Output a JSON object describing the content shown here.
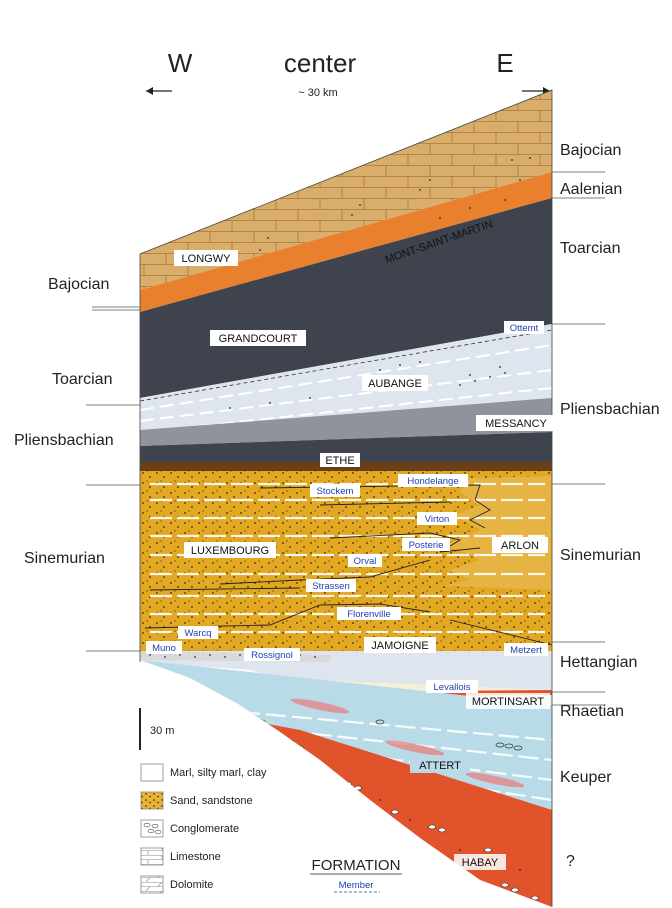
{
  "header": {
    "west": "W",
    "center": "center",
    "east": "E",
    "distance": "~ 30 km"
  },
  "stages_left": [
    "Bajocian",
    "Toarcian",
    "Pliensbachian",
    "Sinemurian"
  ],
  "stages_right": [
    "Bajocian",
    "Aalenian",
    "Toarcian",
    "Pliensbachian",
    "Sinemurian",
    "Hettangian",
    "Rhaetian",
    "Keuper",
    "?"
  ],
  "formations": [
    "LONGWY",
    "MONT-SAINT-MARTIN",
    "GRANDCOURT",
    "AUBANGE",
    "MESSANCY",
    "ETHE",
    "LUXEMBOURG",
    "ARLON",
    "JAMOIGNE",
    "MORTINSART",
    "ATTERT",
    "HABAY"
  ],
  "members": [
    "Ottemt",
    "Hondelange",
    "Stockem",
    "Virton",
    "Posterie",
    "Orval",
    "Strassen",
    "Florenville",
    "Warcq",
    "Metzert",
    "Muno",
    "Rossignol",
    "Levallois"
  ],
  "scale": "30 m",
  "legend": [
    {
      "label": "Marl, silty marl, clay",
      "pattern": "marl"
    },
    {
      "label": "Sand, sandstone",
      "pattern": "sand"
    },
    {
      "label": "Conglomerate",
      "pattern": "conglomerate"
    },
    {
      "label": "Limestone",
      "pattern": "limestone"
    },
    {
      "label": "Dolomite",
      "pattern": "dolomite"
    }
  ],
  "key": {
    "formation": "FORMATION",
    "member": "Member"
  },
  "colors": {
    "limestone": "#d9ad6a",
    "aalenian": "#e8802e",
    "dark_marl": "#3f434d",
    "light_marl": "#dfe5ee",
    "sandstone": "#e3a822",
    "sand_light": "#eec35a",
    "red": "#e0532b",
    "blue_marl": "#b9dbe8",
    "member_text": "#1f3fb0"
  }
}
